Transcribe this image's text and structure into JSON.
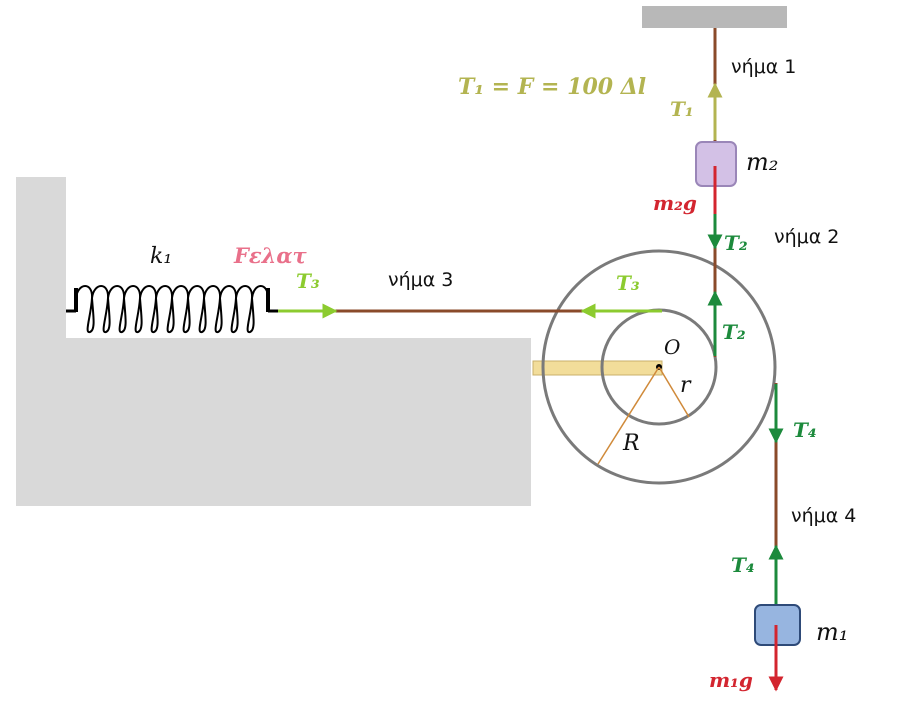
{
  "formula": "T₁ = F = 100 Δl",
  "threads": {
    "thread1": "νήμα 1",
    "thread2": "νήμα 2",
    "thread3": "νήμα 3",
    "thread4": "νήμα 4"
  },
  "masses": {
    "m1": "m₁",
    "m2": "m₂"
  },
  "spring": {
    "k": "k₁",
    "force": "Fελατ"
  },
  "pulley": {
    "center": "O",
    "inner_radius": "r",
    "outer_radius": "R"
  },
  "forces": {
    "t1": "T₁",
    "t2_down": "T₂",
    "t2_up": "T₂",
    "t3_spring": "T₃",
    "t3_pulley": "T₃",
    "t4_down": "T₄",
    "t4_up": "T₄",
    "m1g": "m₁g",
    "m2g": "m₂g"
  },
  "colors": {
    "olive": "#b3b451",
    "lime": "#8ccb2f",
    "green": "#1c8a3c",
    "red": "#d3252f",
    "pink": "#e9708a",
    "string": "#8a4a2a",
    "ground": "#d9d9d9",
    "m1_fill": "#97b5e0",
    "m2_fill": "#d3c1e6"
  }
}
